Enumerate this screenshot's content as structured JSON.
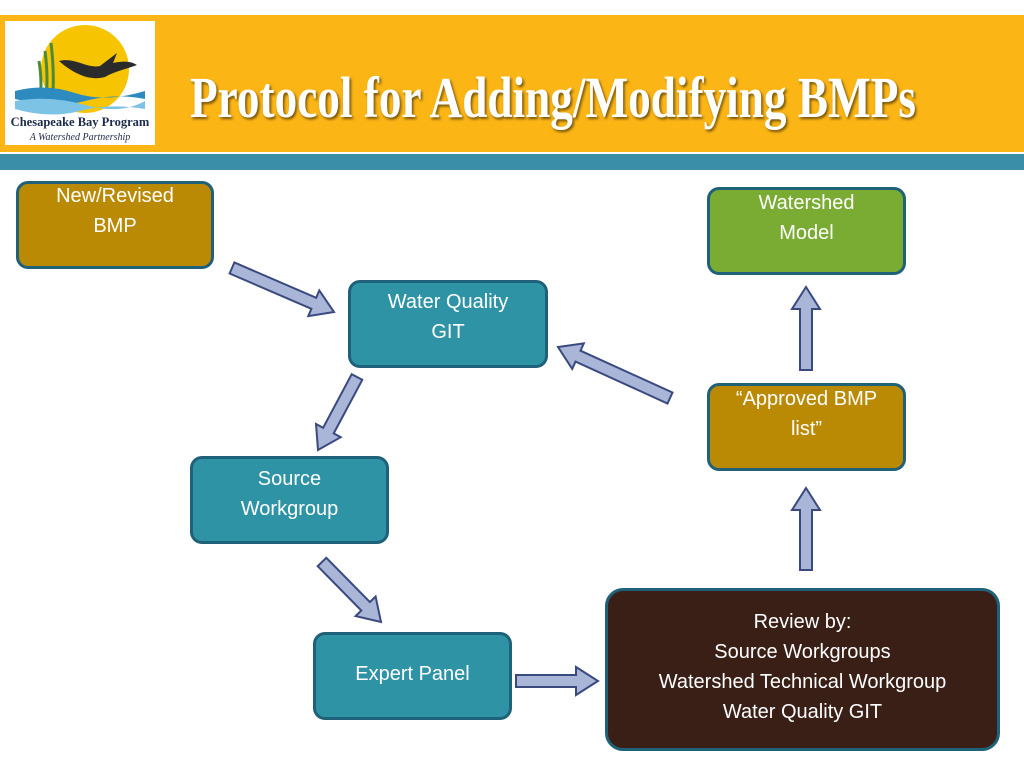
{
  "header": {
    "title": "Protocol for Adding/Modifying BMPs",
    "logo": {
      "org_name": "Chesapeake Bay Program",
      "tagline": "A Watershed Partnership"
    }
  },
  "nodes": {
    "new_revised_bmp": "New/Revised\nBMP",
    "water_quality_git": "Water Quality\nGIT",
    "source_workgroup": "Source\nWorkgroup",
    "expert_panel": "Expert Panel",
    "review": "Review by:\nSource Workgroups\nWatershed Technical Workgroup\nWater Quality GIT",
    "approved_bmp_list": "“Approved BMP\nlist”",
    "watershed_model": "Watershed\nModel"
  },
  "colors": {
    "header_bg": "#fbb515",
    "band": "#3b8ea7",
    "node_olive": "#bb8a05",
    "node_teal": "#2f93a6",
    "node_green": "#7aab33",
    "node_brown": "#3a1f16",
    "arrow_fill": "#a9b6d8",
    "arrow_stroke": "#3a4a7e"
  }
}
